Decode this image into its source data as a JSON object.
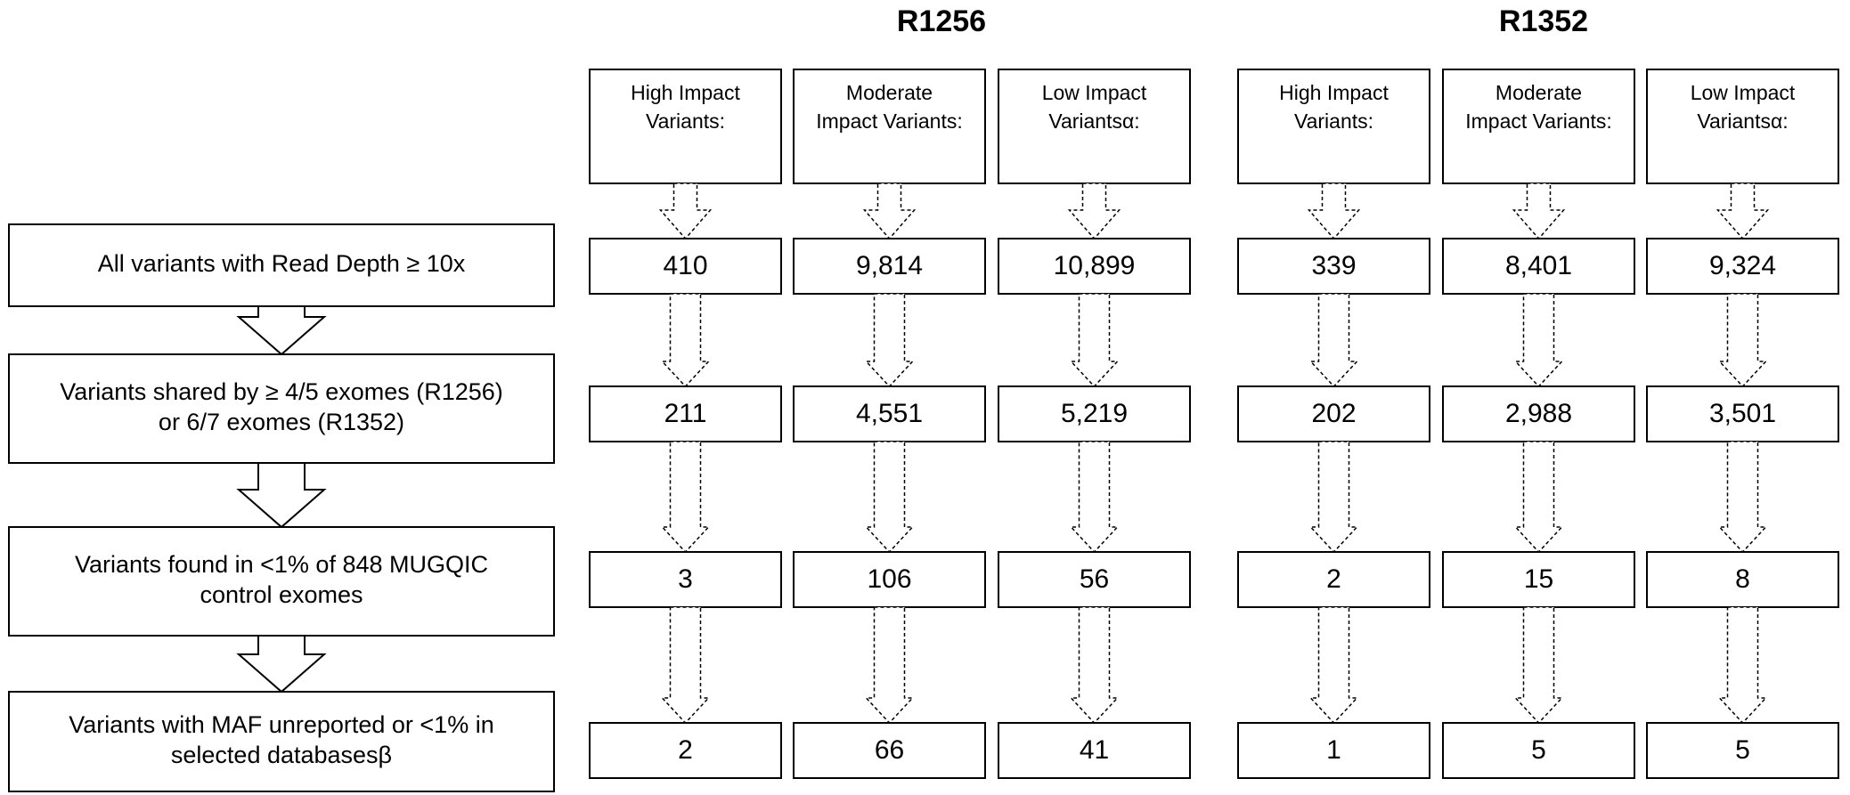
{
  "groups": [
    {
      "title": "R1256",
      "columns": [
        {
          "header": [
            "High Impact",
            "Variants:"
          ],
          "values": [
            "410",
            "211",
            "3",
            "2"
          ]
        },
        {
          "header": [
            "Moderate",
            "Impact Variants:"
          ],
          "values": [
            "9,814",
            "4,551",
            "106",
            "66"
          ]
        },
        {
          "header": [
            "Low Impact",
            "Variantsα:"
          ],
          "values": [
            "10,899",
            "5,219",
            "56",
            "41"
          ]
        }
      ]
    },
    {
      "title": "R1352",
      "columns": [
        {
          "header": [
            "High Impact",
            "Variants:"
          ],
          "values": [
            "339",
            "202",
            "2",
            "1"
          ]
        },
        {
          "header": [
            "Moderate",
            "Impact Variants:"
          ],
          "values": [
            "8,401",
            "2,988",
            "15",
            "5"
          ]
        },
        {
          "header": [
            "Low Impact",
            "Variantsα:"
          ],
          "values": [
            "9,324",
            "3,501",
            "8",
            "5"
          ]
        }
      ]
    }
  ],
  "steps": [
    {
      "lines": [
        "All variants with Read Depth ≥ 10x"
      ]
    },
    {
      "lines": [
        "Variants shared by ≥ 4/5 exomes (R1256)",
        "or 6/7 exomes (R1352)"
      ]
    },
    {
      "lines": [
        "Variants found in <1% of 848 MUGQIC",
        "control exomes"
      ]
    },
    {
      "lines": [
        "Variants with MAF unreported or <1% in",
        "selected databasesβ"
      ]
    }
  ]
}
